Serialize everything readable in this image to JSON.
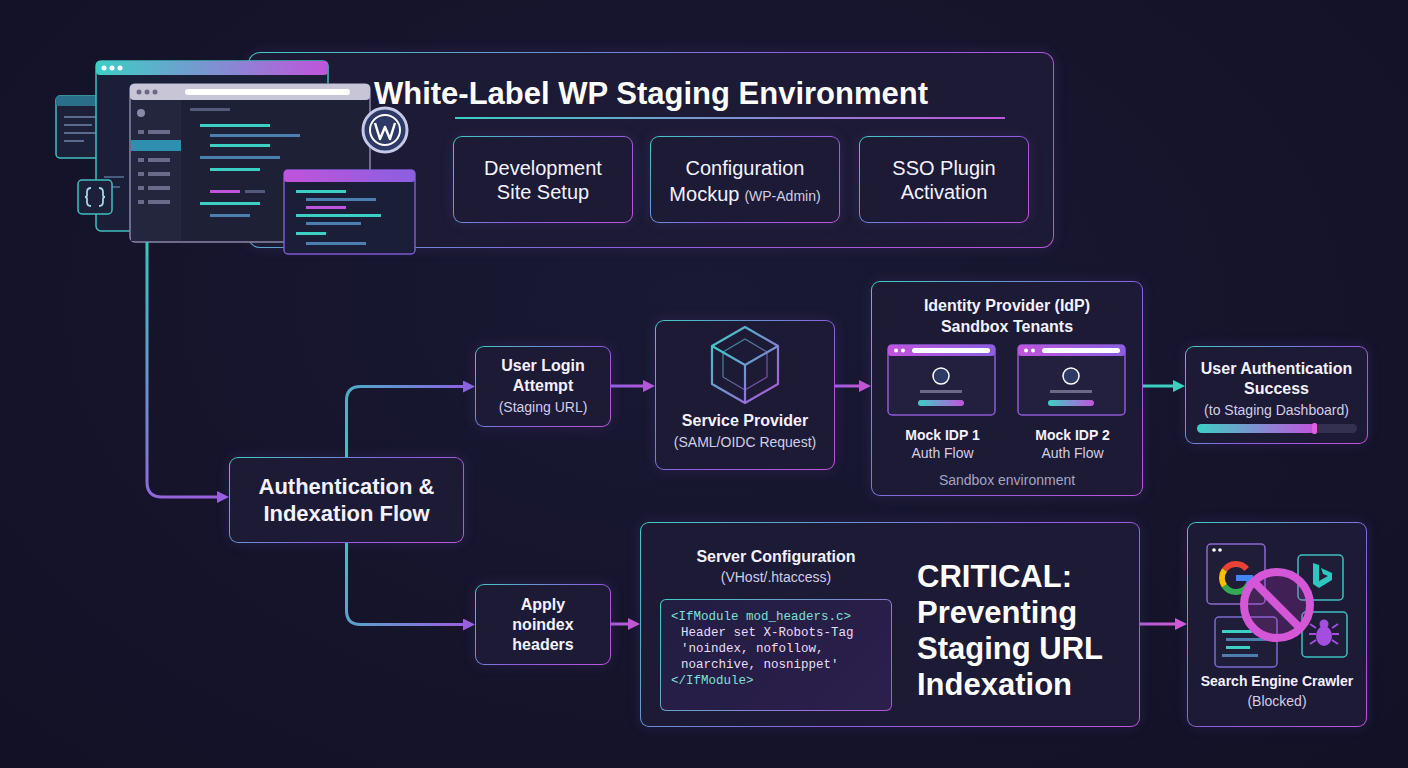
{
  "diagram": {
    "nodes": [
      {
        "text": [
          "White-Label WP Staging Environment"
        ]
      },
      {
        "text": [
          "Development Site Setup"
        ],
        "in": 0
      },
      {
        "text": [
          "Configuration Mockup",
          "(WP-Admin)"
        ],
        "in": 0
      },
      {
        "text": [
          "SSO Plugin Activation"
        ],
        "in": 0
      },
      {
        "text": [
          "Authentication & Indexation Flow"
        ]
      },
      {
        "text": [
          "User Login Attempt",
          "(Staging URL)"
        ]
      },
      {
        "text": [
          "Service Provider",
          "(SAML/OIDC Request)"
        ]
      },
      {
        "text": [
          "Identity Provider (IdP) Sandbox Tenants",
          "Sandbox environment"
        ]
      },
      {
        "text": [
          "Mock IDP 1",
          "Auth Flow"
        ],
        "in": 7
      },
      {
        "text": [
          "Mock IDP 2",
          "Auth Flow"
        ],
        "in": 7
      },
      {
        "text": [
          "User Authentication Success",
          "(to Staging Dashboard)"
        ]
      },
      {
        "text": [
          "Apply noindex headers"
        ]
      },
      {
        "text": [
          "Server Configuration",
          "(VHost/.htaccess)",
          "CRITICAL: Preventing Staging URL Indexation"
        ]
      },
      {
        "text": [
          "<IfModule mod_headers.c>",
          "Header set X-Robots-Tag 'noindex, nofollow, noarchive, nosnippet'",
          "</IfModule>"
        ],
        "in": 12
      },
      {
        "text": [
          "Search Engine Crawler",
          "(Blocked)"
        ]
      }
    ],
    "edges": [
      {
        "from": 4,
        "to": 5,
        "arrow": "to"
      },
      {
        "from": 5,
        "to": 6,
        "arrow": "to"
      },
      {
        "from": 6,
        "to": 7,
        "arrow": "to"
      },
      {
        "from": 7,
        "to": 10,
        "arrow": "to"
      },
      {
        "from": 4,
        "to": 11,
        "arrow": "to"
      },
      {
        "from": 11,
        "to": 12,
        "arrow": "to"
      },
      {
        "from": 12,
        "to": 14,
        "arrow": "to"
      }
    ]
  }
}
